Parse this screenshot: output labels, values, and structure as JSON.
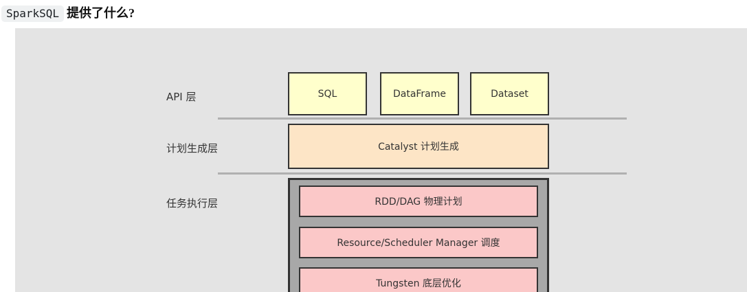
{
  "header": {
    "code": "SparkSQL",
    "title_rest": "提供了什么?"
  },
  "diagram": {
    "panel_bg": "#e4e4e4",
    "border_color": "#333333",
    "separator_color": "#b0b0b0",
    "layers": [
      {
        "label": "API 层",
        "box_color": "#ffffcc",
        "boxes": [
          {
            "label": "SQL"
          },
          {
            "label": "DataFrame"
          },
          {
            "label": "Dataset"
          }
        ]
      },
      {
        "label": "计划生成层",
        "box_color": "#fde5c6",
        "boxes": [
          {
            "label": "Catalyst 计划生成"
          }
        ]
      },
      {
        "label": "任务执行层",
        "container_color": "#a8a8a8",
        "box_color": "#fbc8c8",
        "boxes": [
          {
            "label": "RDD/DAG 物理计划"
          },
          {
            "label": "Resource/Scheduler Manager 调度"
          },
          {
            "label": "Tungsten 底层优化"
          }
        ]
      }
    ]
  }
}
